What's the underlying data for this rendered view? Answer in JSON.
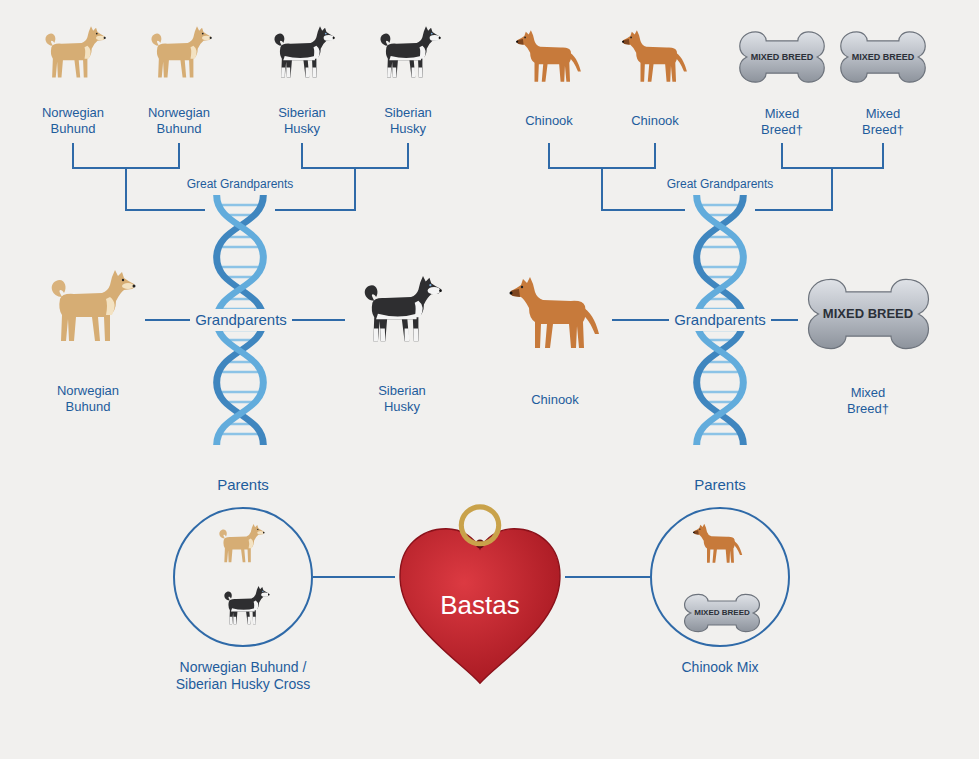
{
  "diagram": {
    "nodes": [
      {
        "text": [
          "MIXED BREED",
          "Mixed Breed†"
        ]
      },
      {
        "text": [
          "MIXED BREED",
          "Mixed Breed†"
        ]
      },
      {
        "text": [
          "MIXED BREED",
          "Mixed Breed†"
        ]
      },
      {
        "text": [
          "Parents",
          "Norwegian Buhund / Siberian Husky Cross"
        ]
      },
      {
        "text": [
          "Bastas"
        ]
      },
      {
        "text": [
          "Parents",
          "Chinook Mix"
        ]
      },
      {
        "text": [
          "MIXED BREED"
        ],
        "in": 5
      }
    ],
    "edges": [
      {
        "from": 3,
        "to": 4,
        "arrow": "none"
      },
      {
        "from": 4,
        "to": 5,
        "arrow": "none"
      }
    ],
    "labels": [
      "Norwegian Buhund",
      "Norwegian Buhund",
      "Siberian Husky",
      "Siberian Husky",
      "Chinook",
      "Chinook",
      "Great Grandparents",
      "Great Grandparents",
      "Norwegian Buhund",
      "Grandparents",
      "Siberian Husky",
      "Chinook",
      "Grandparents"
    ]
  }
}
